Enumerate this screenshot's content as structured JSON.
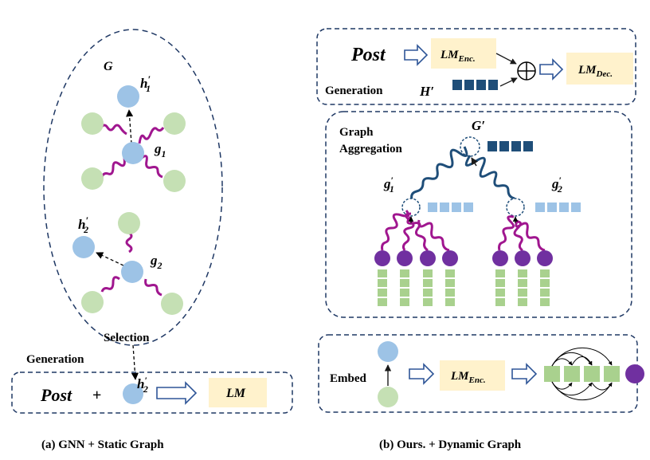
{
  "colors": {
    "node_blue": "#9dc3e6",
    "node_green": "#c5e0b4",
    "node_purple": "#7030a0",
    "edge_magenta": "#a0168f",
    "edge_darkblue": "#1f4e79",
    "vector_dark": "#1f4e79",
    "vector_light": "#9dc3e6",
    "lm_box": "#fff2cc",
    "dashed_border": "#1f3864",
    "token_green": "#a9d18e"
  },
  "left_panel": {
    "graph_label": "G",
    "node_h1": {
      "base": "h",
      "prime": "′",
      "sub": "1"
    },
    "node_g1": {
      "base": "g",
      "sub": "1"
    },
    "node_h2": {
      "base": "h",
      "prime": "′",
      "sub": "2"
    },
    "node_g2": {
      "base": "g",
      "sub": "2"
    },
    "selection_label": "Selection",
    "generation_label": "Generation",
    "bottom_row": {
      "post_label": "Post",
      "plus_label": "+",
      "node_label": {
        "base": "h",
        "prime": "′",
        "sub": "2"
      },
      "lm_label": "LM"
    },
    "caption": "(a) GNN + Static Graph"
  },
  "right_panel": {
    "top_box": {
      "post_label": "Post",
      "lm_enc": {
        "base": "LM",
        "sub": "Enc."
      },
      "lm_dec": {
        "base": "LM",
        "sub": "Dec."
      },
      "generation_label": "Generation",
      "h_label": "H′",
      "plus_symbol": "⊕"
    },
    "middle_box": {
      "title_line1": "Graph",
      "title_line2": "Aggregation",
      "G_prime": "G′",
      "g1_prime": {
        "base": "g",
        "prime": "′",
        "sub": "1"
      },
      "g2_prime": {
        "base": "g",
        "prime": "′",
        "sub": "2"
      }
    },
    "bottom_box": {
      "embed_label": "Embed",
      "lm_enc": {
        "base": "LM",
        "sub": "Enc."
      }
    },
    "caption": "(b) Ours. + Dynamic Graph"
  }
}
